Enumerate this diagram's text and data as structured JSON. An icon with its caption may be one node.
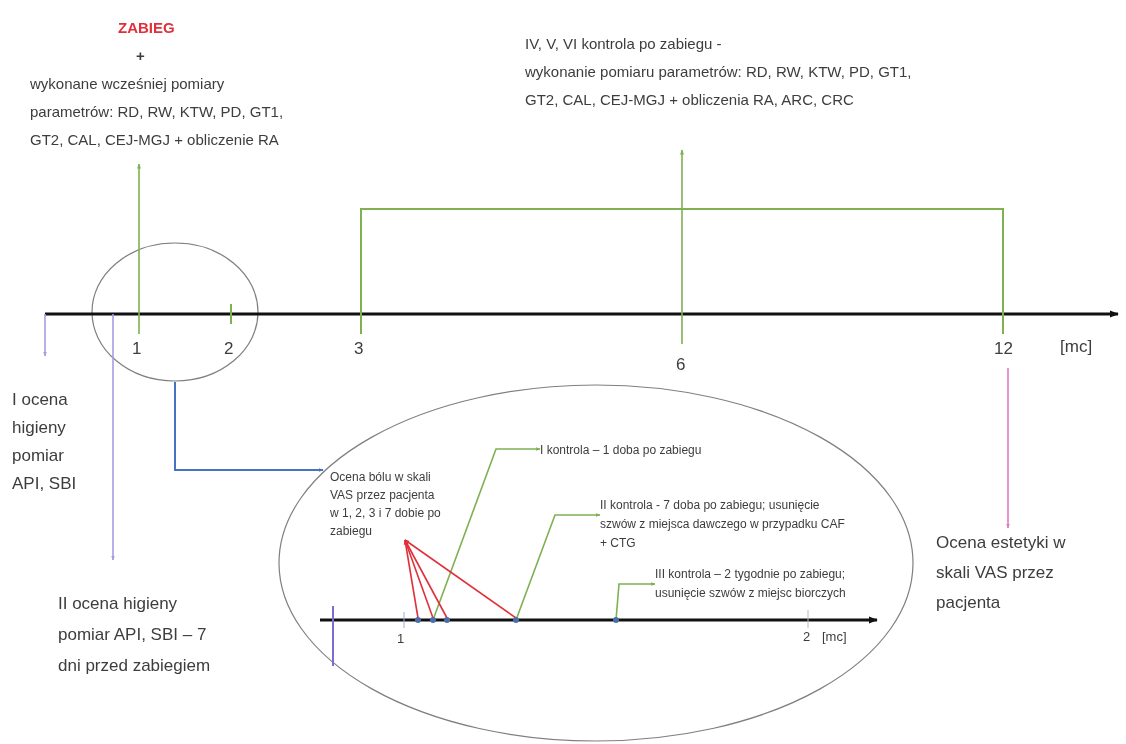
{
  "diagram": {
    "nodes": [
      {
        "text": [
          "ZABIEG",
          "+",
          "wykonane wcześniej pomiary parametrów: RD, RW, KTW, PD, GT1, GT2, CAL, CEJ-MGJ + obliczenie RA"
        ]
      },
      {
        "text": [
          "IV, V, VI kontrola po zabiegu -",
          "wykonanie pomiaru parametrów: RD, RW, KTW, PD, GT1, GT2, CAL, CEJ-MGJ + obliczenia RA, ARC, CRC"
        ]
      },
      {
        "text": [
          "I ocena higieny pomiar API, SBI"
        ]
      },
      {
        "text": [
          "II ocena higieny pomiar API, SBI – 7 dni przed zabiegiem"
        ]
      },
      {
        "text": [
          "Ocena estetyki w skali VAS przez pacjenta"
        ]
      },
      {
        "text": [],
        "shape": "circle"
      },
      {
        "text": [],
        "shape": "circle"
      },
      {
        "text": [
          "Ocena bólu w skali VAS przez pacjenta w 1, 2, 3 i 7 dobie po zabiegu"
        ],
        "in": 6
      },
      {
        "text": [
          "I kontrola – 1 doba po zabiegu"
        ],
        "in": 6
      },
      {
        "text": [
          "II kontrola - 7 doba po zabiegu; usunięcie szwów z miejsca dawczego w przypadku CAF + CTG"
        ],
        "in": 6
      },
      {
        "text": [
          "III kontrola – 2 tygodnie po zabiegu; usunięcie szwów z miejsc biorczych"
        ],
        "in": 6
      }
    ],
    "edges": [
      {
        "from": 5,
        "to": 0,
        "arrow": "to"
      },
      {
        "from": null,
        "to": 1,
        "arrow": "to"
      },
      {
        "from": null,
        "to": 2,
        "arrow": "to",
        "color": "#a99be0"
      },
      {
        "from": 5,
        "to": 3,
        "arrow": "to",
        "color": "#a99be0"
      },
      {
        "from": null,
        "to": 4,
        "arrow": "to",
        "color": "#e27ac4"
      },
      {
        "from": 5,
        "to": 6,
        "arrow": "to",
        "color": "#4472c4"
      },
      {
        "from": null,
        "to": 8,
        "arrow": "to"
      },
      {
        "from": null,
        "to": 9,
        "arrow": "to"
      },
      {
        "from": null,
        "to": 10,
        "arrow": "to"
      },
      {
        "from": null,
        "to": 7,
        "arrow": "to",
        "color": "#e0303a"
      },
      {
        "from": null,
        "to": 7,
        "arrow": "to",
        "color": "#e0303a"
      },
      {
        "from": null,
        "to": 7,
        "arrow": "to",
        "color": "#e0303a"
      },
      {
        "from": null,
        "to": 7,
        "arrow": "to",
        "color": "#e0303a"
      }
    ],
    "labels": [
      "1",
      "2",
      "3",
      "6",
      "12",
      "[mc]",
      "1",
      "2",
      "[mc]"
    ]
  }
}
